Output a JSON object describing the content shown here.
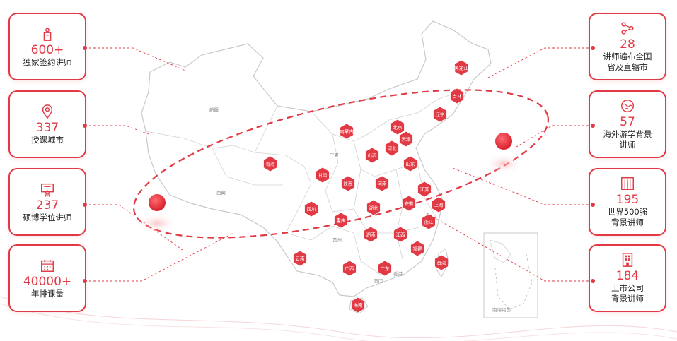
{
  "left_cards": [
    {
      "number": "600+",
      "label": "独家签约讲师",
      "icon": "podium-icon"
    },
    {
      "number": "337",
      "label": "授课城市",
      "icon": "location-pin-icon"
    },
    {
      "number": "237",
      "label": "硕博学位讲师",
      "icon": "certificate-icon"
    },
    {
      "number": "40000+",
      "label": "年排课量",
      "icon": "calendar-icon"
    }
  ],
  "right_cards": [
    {
      "number": "28",
      "label1": "讲师遍布全国",
      "label2": "省及直辖市",
      "icon": "network-icon"
    },
    {
      "number": "57",
      "label1": "海外游学背景",
      "label2": "讲师",
      "icon": "globe-icon"
    },
    {
      "number": "195",
      "label1": "世界500强",
      "label2": "背景讲师",
      "icon": "building-icon"
    },
    {
      "number": "184",
      "label1": "上市公司",
      "label2": "背景讲师",
      "icon": "office-tower-icon"
    }
  ],
  "map": {
    "highlighted": [
      "黑龙江",
      "吉林",
      "辽宁",
      "内蒙古",
      "北京",
      "天津",
      "河北",
      "山西",
      "山东",
      "青海",
      "甘肃",
      "陕西",
      "河南",
      "江苏",
      "上海",
      "安徽",
      "四川",
      "重庆",
      "湖北",
      "浙江",
      "湖南",
      "江西",
      "福建",
      "云南",
      "广西",
      "广东",
      "台湾",
      "海南"
    ],
    "plain": [
      "新疆",
      "西藏",
      "宁夏",
      "贵州",
      "香港",
      "澳门"
    ],
    "inset_title": "南海诸岛"
  },
  "colors": {
    "accent": "#e23a45",
    "map_fill": "#ffffff",
    "map_stroke": "#c9c9c9"
  }
}
